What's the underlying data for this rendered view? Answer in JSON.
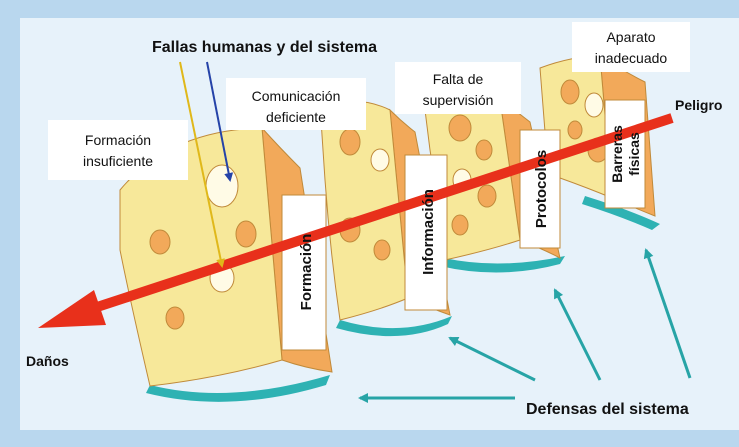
{
  "title": "Fallas humanas y del sistema",
  "hazard_label": "Peligro",
  "damage_label": "Daños",
  "defenses_label": "Defensas del sistema",
  "failures": {
    "formacion_insuficiente": [
      "Formación",
      "insuficiente"
    ],
    "comunicacion_deficiente": [
      "Comunicación",
      "deficiente"
    ],
    "falta_supervision": [
      "Falta de",
      "supervisión"
    ],
    "aparato_inadecuado": [
      "Aparato",
      "inadecuado"
    ]
  },
  "barriers": {
    "formacion": "Formación",
    "informacion": "Información",
    "protocolos": "Protocolos",
    "barreras_fisicas": [
      "Barreras",
      "físicas"
    ]
  },
  "colors": {
    "frame": "#b9d7ee",
    "cheese": "#f7e89a",
    "cheese_side": "#f2a95a",
    "cheese_outline": "#c08a3a",
    "shadow": "#2eb2b3",
    "arrow": "#e8301b",
    "teal_arrow": "#27a4a6",
    "note_pointer": "#2543a8",
    "yellow_pointer": "#e0b81a"
  }
}
